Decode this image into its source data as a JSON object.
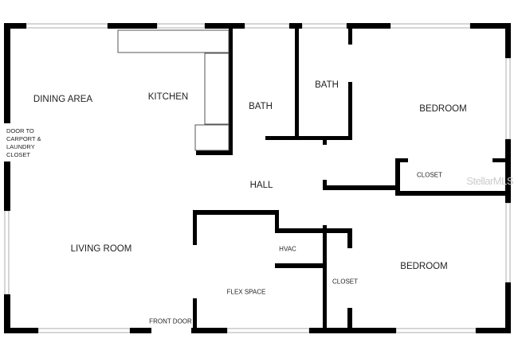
{
  "plan": {
    "rooms": {
      "dining": "DINING AREA",
      "kitchen": "KITCHEN",
      "bath1": "BATH",
      "bath2": "BATH",
      "bedroom1": "BEDROOM",
      "closet1": "CLOSET",
      "hall": "HALL",
      "living": "LIVING ROOM",
      "hvac": "HVAC",
      "flex": "FLEX SPACE",
      "closet2": "CLOSET",
      "bedroom2": "BEDROOM"
    },
    "notes": {
      "side_door": [
        "DOOR TO",
        "CARPORT &",
        "LAUNDRY",
        "CLOSET"
      ],
      "front_door": "FRONT DOOR"
    },
    "watermark": "StellarMLS",
    "colors": {
      "wall": "#000000",
      "window": "#888888",
      "background": "#ffffff"
    }
  }
}
